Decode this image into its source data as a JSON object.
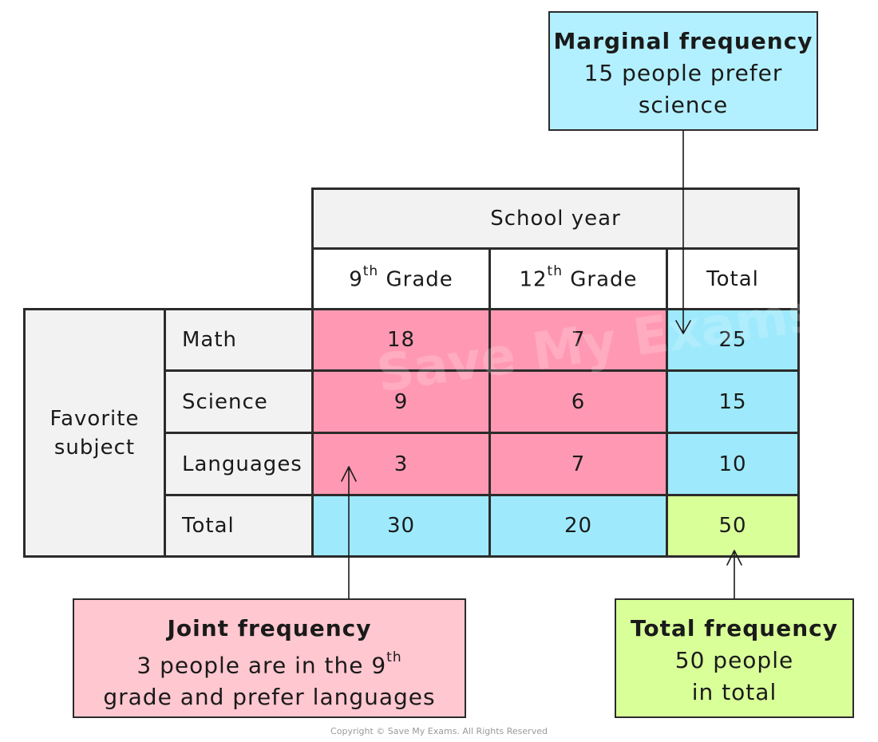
{
  "table": {
    "column_group_header": "School year",
    "column_headers": [
      {
        "label": "9",
        "sup": "th",
        "suffix": " Grade"
      },
      {
        "label": "12",
        "sup": "th",
        "suffix": " Grade"
      },
      {
        "label": "Total",
        "sup": "",
        "suffix": ""
      }
    ],
    "row_group_header": "Favorite subject",
    "rows": [
      {
        "label": "Math",
        "values": [
          "18",
          "7",
          "25"
        ]
      },
      {
        "label": "Science",
        "values": [
          "9",
          "6",
          "15"
        ]
      },
      {
        "label": "Languages",
        "values": [
          "3",
          "7",
          "10"
        ]
      },
      {
        "label": "Total",
        "values": [
          "30",
          "20",
          "50"
        ]
      }
    ]
  },
  "callouts": {
    "marginal": {
      "title": "Marginal frequency",
      "line1": "15 people prefer",
      "line2": "science"
    },
    "joint": {
      "title": "Joint frequency",
      "line1_pre": "3 people are in the 9",
      "line1_sup": "th",
      "line2": "grade and prefer languages"
    },
    "total": {
      "title": "Total frequency",
      "line1": "50 people",
      "line2": "in total"
    }
  },
  "watermark": "Save My Exams",
  "copyright": "Copyright © Save My Exams. All Rights Reserved",
  "colors": {
    "joint": "#ff99b3",
    "marginal": "#9eeafc",
    "total": "#d9ff99",
    "header": "#f2f2f2",
    "callout_joint": "#ffc7d0",
    "callout_marginal": "#b3f0ff",
    "callout_total": "#d9ff99"
  }
}
